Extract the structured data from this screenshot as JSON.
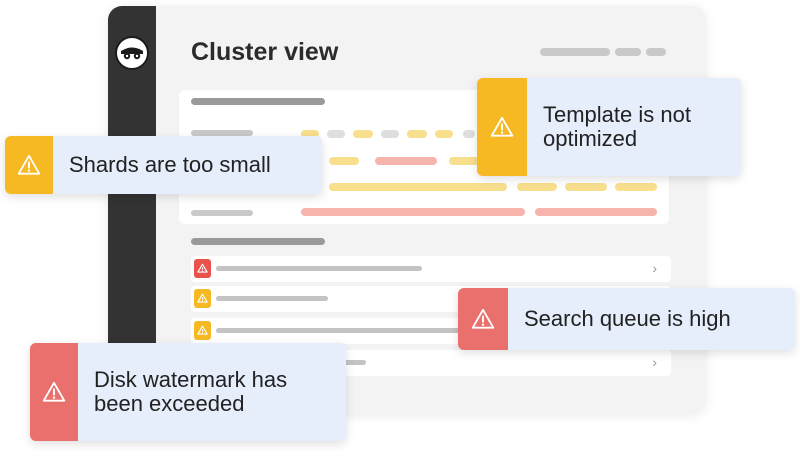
{
  "page": {
    "title": "Cluster view"
  },
  "colors": {
    "warning": "#f6b823",
    "danger": "#e9706d",
    "toast_bg": "#e6edfb",
    "sidebar": "#333333"
  },
  "icons": {
    "logo": "owl-logo-icon",
    "alert": "warning-triangle-icon",
    "chevron": "chevron-right-icon"
  },
  "list_rows": [
    {
      "severity": "danger"
    },
    {
      "severity": "warning"
    },
    {
      "severity": "warning"
    },
    {
      "severity": "none"
    }
  ],
  "alerts": [
    {
      "severity": "warning",
      "message": "Template is not\noptimized"
    },
    {
      "severity": "warning",
      "message": "Shards are too small"
    },
    {
      "severity": "danger",
      "message": "Search queue is high"
    },
    {
      "severity": "danger",
      "message": "Disk watermark has\nbeen exceeded"
    }
  ]
}
